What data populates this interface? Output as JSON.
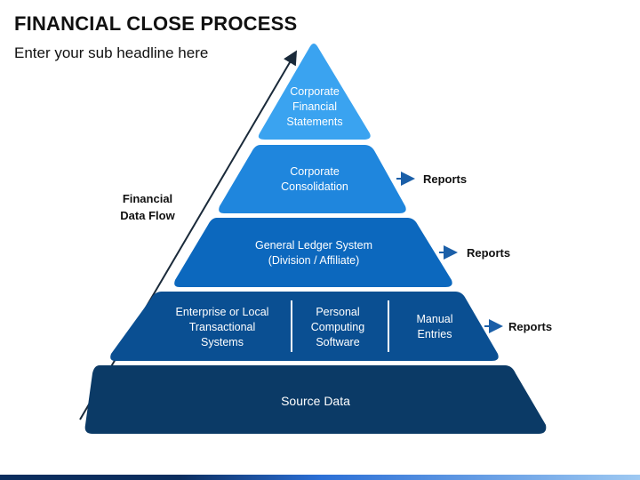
{
  "title": "FINANCIAL CLOSE PROCESS",
  "subtitle": "Enter your sub headline here",
  "flow_label": [
    "Financial",
    "Data Flow"
  ],
  "tiers": {
    "top": [
      "Corporate",
      "Financial",
      "Statements"
    ],
    "consolidation": [
      "Corporate",
      "Consolidation"
    ],
    "ledger": [
      "General Ledger System",
      "(Division / Affiliate)"
    ],
    "systems": {
      "enterprise": [
        "Enterprise or Local",
        "Transactional",
        "Systems"
      ],
      "personal": [
        "Personal",
        "Computing",
        "Software"
      ],
      "manual": [
        "Manual",
        "Entries"
      ]
    },
    "source": "Source Data"
  },
  "reports": [
    "Reports",
    "Reports",
    "Reports"
  ],
  "colors": {
    "top": "#3aa3f0",
    "consolidation": "#1f86dd",
    "ledger": "#0c68be",
    "systems": "#0a4f92",
    "source": "#0b3a66",
    "arrow": "#1b5fa8"
  }
}
